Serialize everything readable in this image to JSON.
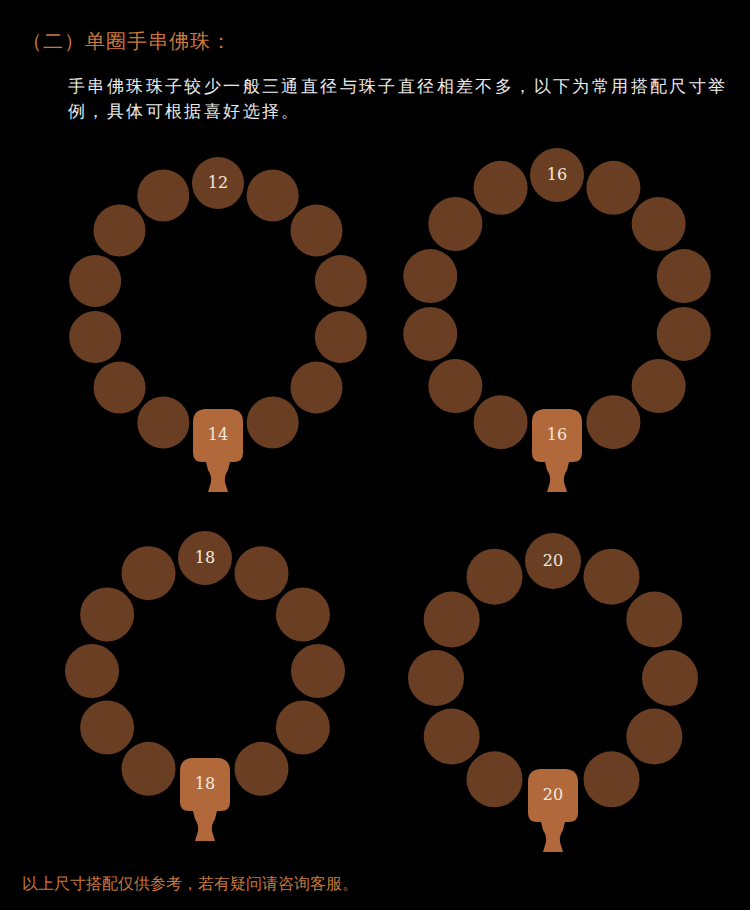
{
  "diagram": {
    "title": "（二）单圈手串佛珠：",
    "caption": "以上尺寸搭配仅供参考，若有疑问请咨询客服。",
    "nodes": [
      {
        "text": [
          "12"
        ]
      },
      {
        "text": [
          "14"
        ]
      },
      {
        "text": [
          "16"
        ]
      },
      {
        "text": [
          "16"
        ]
      },
      {
        "text": [
          "18"
        ]
      },
      {
        "text": [
          "18"
        ]
      },
      {
        "text": [
          "20"
        ]
      },
      {
        "text": [
          "20"
        ]
      }
    ],
    "labels": [
      "手串佛珠珠子较少一般三通直径与珠子直径相差不多，以下为常用搭配尺寸举例，具体可根据喜好选择。"
    ]
  }
}
